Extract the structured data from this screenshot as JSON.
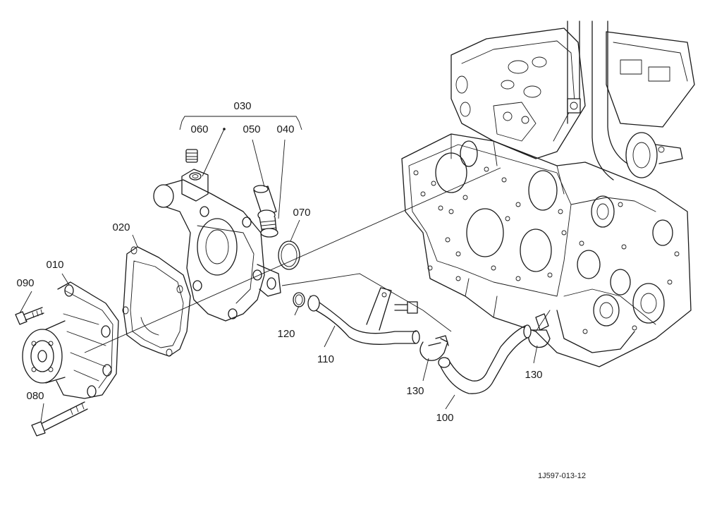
{
  "parts": [
    {
      "id": "p010",
      "number": "010"
    },
    {
      "id": "p020",
      "number": "020"
    },
    {
      "id": "p030",
      "number": "030"
    },
    {
      "id": "p040",
      "number": "040"
    },
    {
      "id": "p050",
      "number": "050"
    },
    {
      "id": "p060",
      "number": "060"
    },
    {
      "id": "p070",
      "number": "070"
    },
    {
      "id": "p080",
      "number": "080"
    },
    {
      "id": "p090",
      "number": "090"
    },
    {
      "id": "p100",
      "number": "100"
    },
    {
      "id": "p110",
      "number": "110"
    },
    {
      "id": "p120",
      "number": "120"
    },
    {
      "id": "p130a",
      "number": "130"
    },
    {
      "id": "p130b",
      "number": "130"
    }
  ],
  "drawing_code": "1J597-013-12"
}
